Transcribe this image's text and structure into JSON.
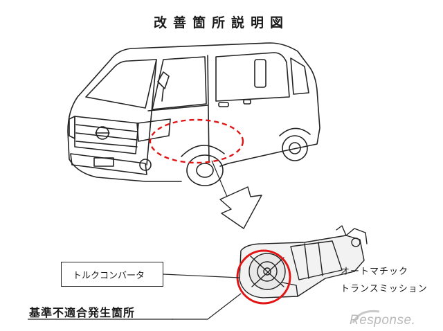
{
  "title": "改善箇所説明図",
  "callouts": {
    "torque_converter": "トルクコンバータ",
    "nonconformity": "基準不適合発生箇所",
    "transmission_line1": "オートマチック",
    "transmission_line2": "トランスミッション"
  },
  "watermark": "Response.",
  "colors": {
    "highlight": "#e01515",
    "line": "#222222",
    "watermark": "#b9b9b9"
  }
}
